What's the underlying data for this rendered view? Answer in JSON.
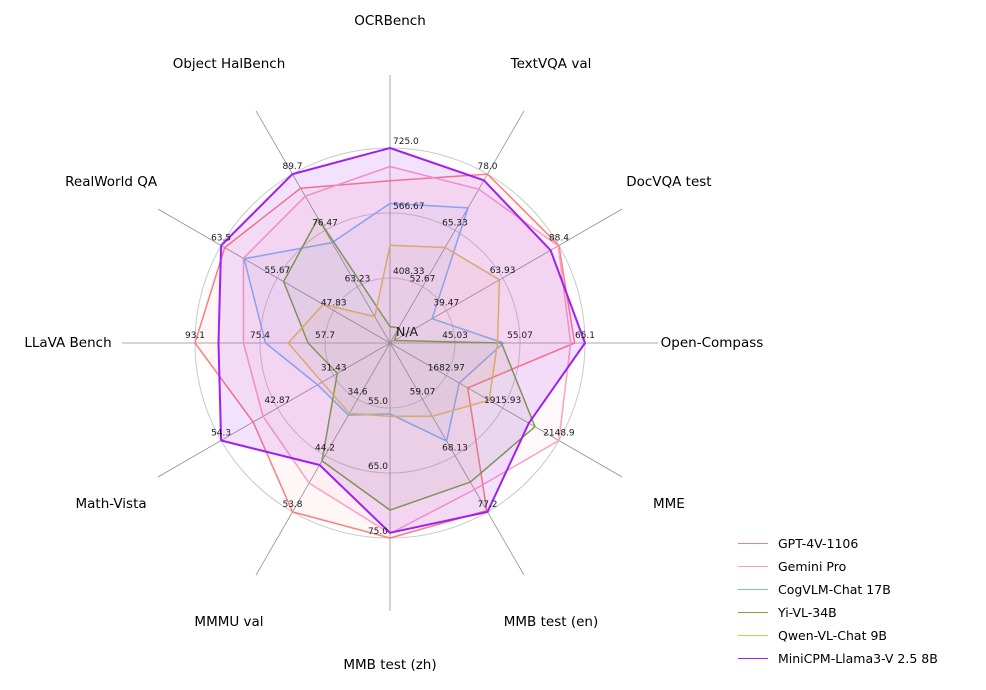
{
  "chart_data": {
    "type": "radar",
    "title": "",
    "center_label": "N/A",
    "grid": true,
    "legend_position": "lower right",
    "axes": [
      {
        "label": "OCRBench",
        "min": 250,
        "max": 725,
        "ticks": [
          "725.0",
          "566.67",
          "408.33"
        ]
      },
      {
        "label": "TextVQA val",
        "min": 40,
        "max": 78,
        "ticks": [
          "78.0",
          "65.33",
          "52.67"
        ]
      },
      {
        "label": "DocVQA test",
        "min": 15,
        "max": 88.4,
        "ticks": [
          "88.4",
          "63.93",
          "39.47"
        ]
      },
      {
        "label": "Open-Compass",
        "min": 35,
        "max": 65.1,
        "ticks": [
          "65.1",
          "55.07",
          "45.03"
        ]
      },
      {
        "label": "MME",
        "min": 1450,
        "max": 2148.9,
        "ticks": [
          "2148.9",
          "1915.93",
          "1682.97"
        ]
      },
      {
        "label": "MMB test (en)",
        "min": 50,
        "max": 77.2,
        "ticks": [
          "77.2",
          "68.13",
          "59.07"
        ]
      },
      {
        "label": "MMB test (zh)",
        "min": 45,
        "max": 75,
        "ticks": [
          "75.0",
          "65.0",
          "55.0"
        ]
      },
      {
        "label": "MMMU val",
        "min": 25,
        "max": 53.8,
        "ticks": [
          "53.8",
          "44.2",
          "34.6"
        ]
      },
      {
        "label": "Math-Vista",
        "min": 20,
        "max": 54.3,
        "ticks": [
          "54.3",
          "42.87",
          "31.43"
        ]
      },
      {
        "label": "LLaVA Bench",
        "min": 40,
        "max": 93.1,
        "ticks": [
          "93.1",
          "75.4",
          "57.7"
        ]
      },
      {
        "label": "RealWorld QA",
        "min": 40,
        "max": 63.5,
        "ticks": [
          "63.5",
          "55.67",
          "47.83"
        ]
      },
      {
        "label": "Object HalBench",
        "min": 50,
        "max": 89.7,
        "ticks": [
          "89.7",
          "76.47",
          "63.23"
        ]
      }
    ],
    "series": [
      {
        "name": "GPT-4V-1106",
        "color": "#fc7e7e",
        "values": [
          645,
          78.0,
          88.4,
          63.5,
          1771.5,
          77.0,
          75.0,
          53.8,
          47.8,
          93.1,
          63.0,
          86.4
        ]
      },
      {
        "name": "Gemini Pro",
        "color": "#fb9fc4",
        "values": [
          680,
          74.6,
          88.1,
          62.9,
          2148.9,
          73.6,
          74.3,
          48.9,
          45.8,
          79.9,
          60.4,
          84.5
        ]
      },
      {
        "name": "CogVLM-Chat 17B",
        "color": "#85b5f0",
        "values": [
          590,
          70.4,
          33.3,
          52.5,
          1736.6,
          65.8,
          55.9,
          37.3,
          34.7,
          73.9,
          60.3,
          73.6
        ]
      },
      {
        "name": "Yi-VL-34B",
        "color": "#77a641",
        "values": [
          290,
          43.4,
          16.9,
          52.2,
          2050.2,
          72.4,
          70.7,
          45.1,
          30.7,
          62.3,
          54.8,
          79.3
        ]
      },
      {
        "name": "Qwen-VL-Chat 9B",
        "color": "#e0be5a",
        "values": [
          488,
          61.5,
          62.6,
          51.6,
          1860.0,
          61.8,
          56.3,
          37.0,
          33.8,
          67.7,
          49.3,
          56.2
        ]
      },
      {
        "name": "MiniCPM-Llama3-V 2.5 8B",
        "color": "#a020f0",
        "values": [
          725,
          76.6,
          84.8,
          65.1,
          2024.6,
          77.2,
          74.2,
          45.8,
          54.3,
          86.7,
          63.5,
          89.7
        ]
      }
    ]
  }
}
